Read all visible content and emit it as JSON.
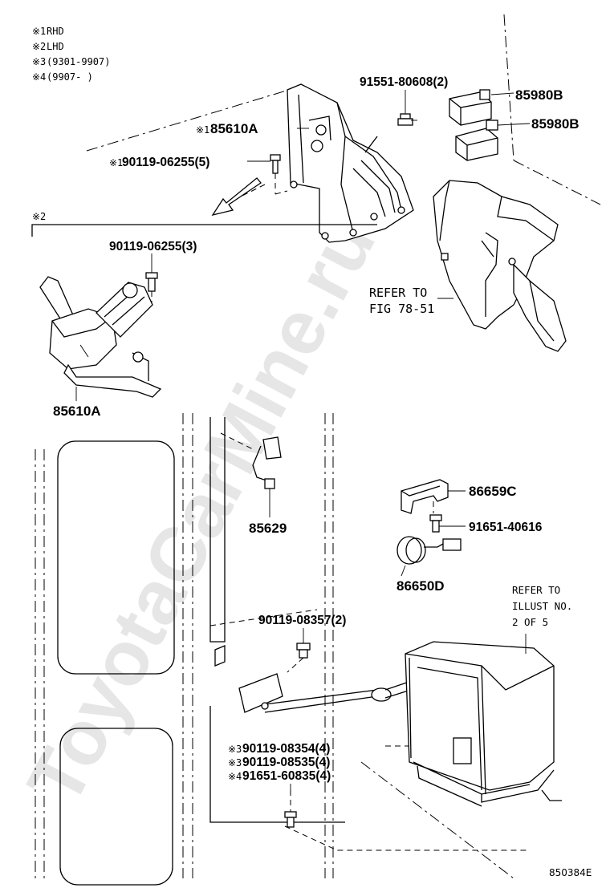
{
  "legend": [
    {
      "mark": "※1",
      "text": "RHD"
    },
    {
      "mark": "※2",
      "text": "LHD"
    },
    {
      "mark": "※3",
      "text": "(9301-9907)"
    },
    {
      "mark": "※4",
      "text": "(9907-      )"
    }
  ],
  "parts": {
    "p91551": "91551-80608(2)",
    "p85980b_1": "85980B",
    "p85980b_2": "85980B",
    "p85610a_top_mark": "※1",
    "p85610a_top": "85610A",
    "p90119_06255_5_mark": "※1",
    "p90119_06255_5": "90119-06255(5)",
    "lhd_mark": "※2",
    "p90119_06255_3": "90119-06255(3)",
    "p85610a_bottom": "85610A",
    "p85629": "85629",
    "p86659c": "86659C",
    "p91651_40616": "91651-40616",
    "p86650d": "86650D",
    "p90119_08357": "90119-08357(2)",
    "p90119_08354_mark": "※3",
    "p90119_08354": "90119-08354(4)",
    "p90119_08535_mark": "※3",
    "p90119_08535": "90119-08535(4)",
    "p91651_60835_mark": "※4",
    "p91651_60835": "91651-60835(4)"
  },
  "refs": {
    "fig_line1": "REFER TO",
    "fig_line2": "FIG 78-51",
    "illust_line1": "REFER TO",
    "illust_line2": "ILLUST NO.",
    "illust_line3": "2 OF 5"
  },
  "footer": {
    "code": "850384E"
  },
  "watermark": "ToyotaCarMine.ru"
}
